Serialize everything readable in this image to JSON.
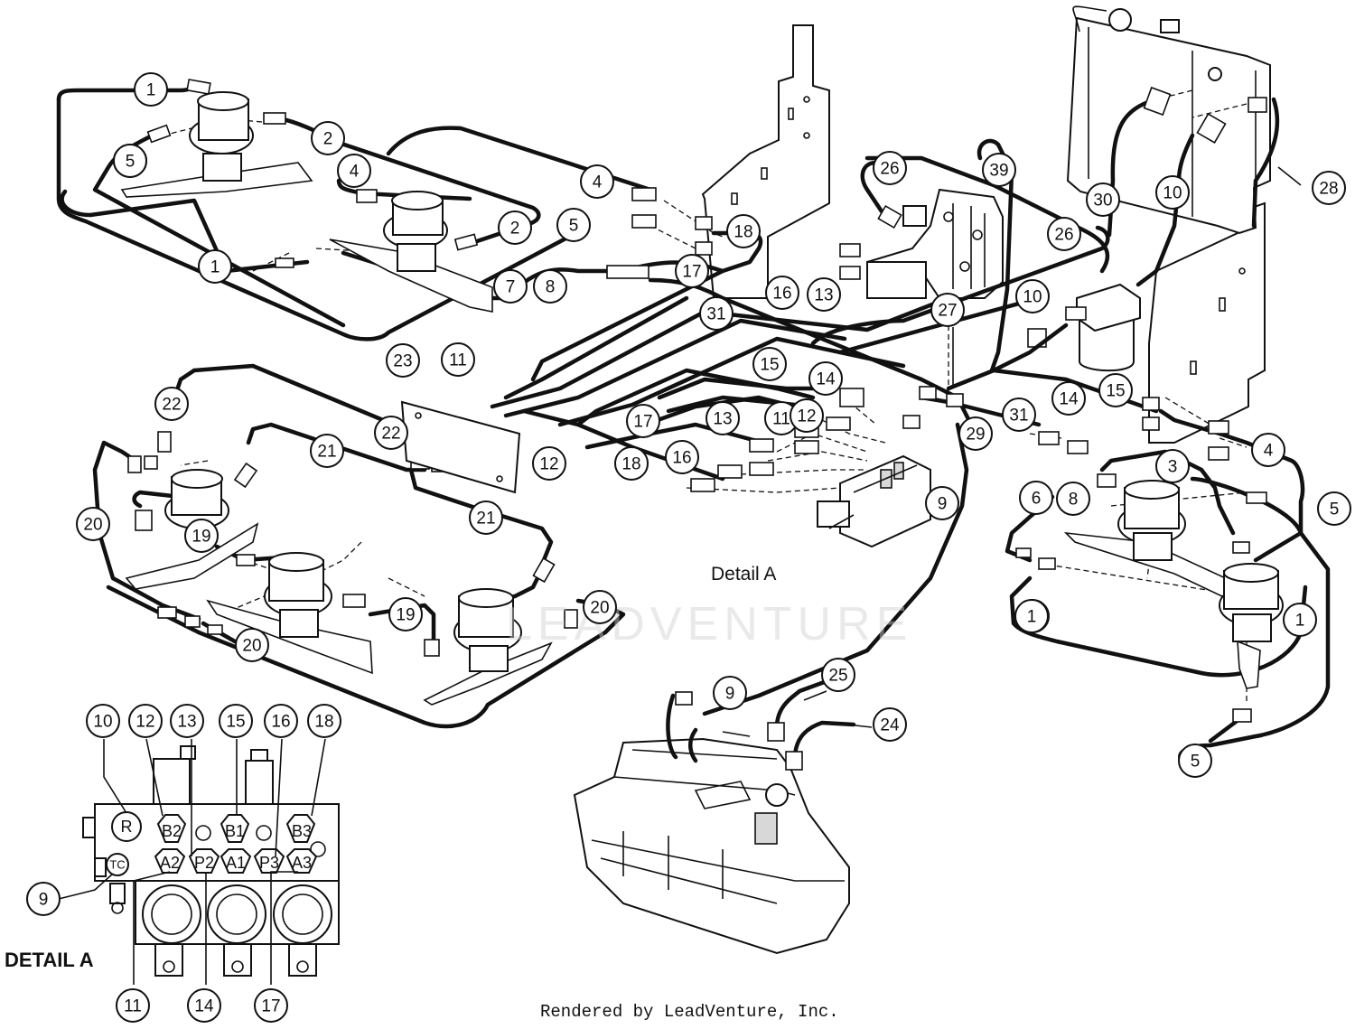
{
  "credit": "Rendered by LeadVenture, Inc.",
  "watermark": "LEADVENTURE",
  "detail_label": "Detail A",
  "detail_title": "DETAIL A",
  "valve_ports": [
    "R",
    "TC",
    "B2",
    "B1",
    "B3",
    "A2",
    "P2",
    "A1",
    "P3",
    "A3"
  ],
  "callouts": [
    "1",
    "1",
    "1",
    "1",
    "1",
    "2",
    "2",
    "3",
    "4",
    "4",
    "4",
    "5",
    "5",
    "5",
    "5",
    "5",
    "6",
    "7",
    "8",
    "8",
    "9",
    "9",
    "9",
    "10",
    "10",
    "10",
    "11",
    "11",
    "11",
    "12",
    "12",
    "12",
    "13",
    "13",
    "13",
    "14",
    "14",
    "14",
    "15",
    "15",
    "15",
    "16",
    "16",
    "16",
    "17",
    "17",
    "17",
    "18",
    "18",
    "18",
    "19",
    "19",
    "20",
    "20",
    "20",
    "21",
    "21",
    "22",
    "22",
    "23",
    "24",
    "25",
    "26",
    "26",
    "27",
    "28",
    "29",
    "30",
    "31",
    "31",
    "39"
  ]
}
